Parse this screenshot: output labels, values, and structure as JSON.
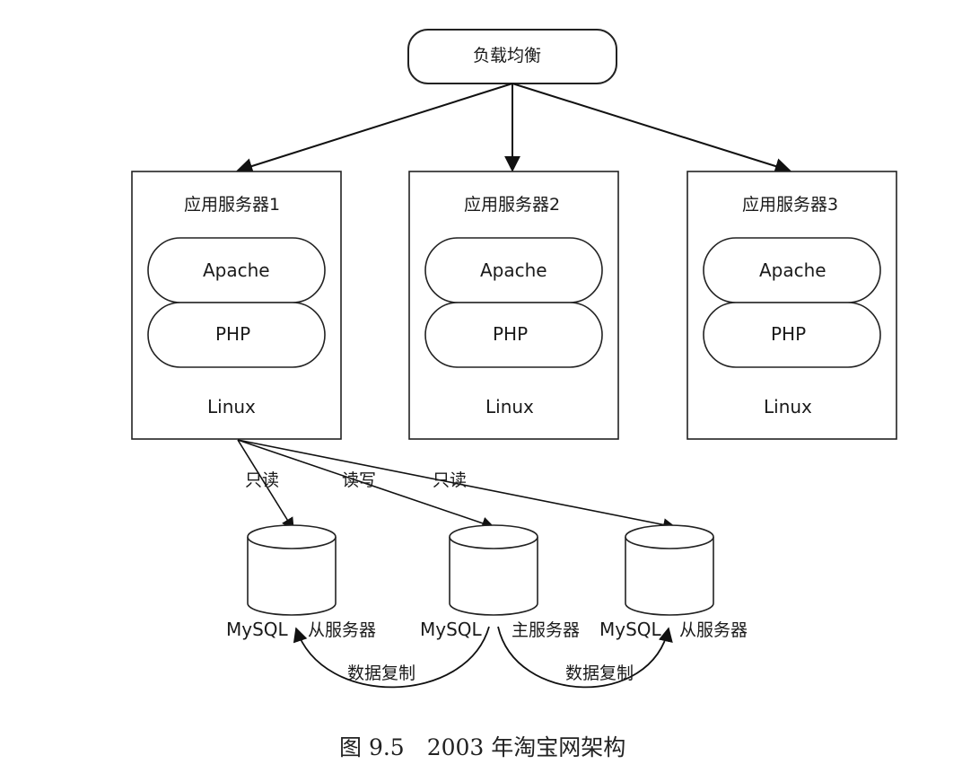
{
  "load_balancer": {
    "label": "负载均衡"
  },
  "servers": [
    {
      "title": "应用服务器1",
      "web": "Apache",
      "lang": "PHP",
      "os": "Linux"
    },
    {
      "title": "应用服务器2",
      "web": "Apache",
      "lang": "PHP",
      "os": "Linux"
    },
    {
      "title": "应用服务器3",
      "web": "Apache",
      "lang": "PHP",
      "os": "Linux"
    }
  ],
  "access_labels": [
    "只读",
    "读写",
    "只读"
  ],
  "databases": [
    {
      "engine": "MySQL",
      "role": "从服务器"
    },
    {
      "engine": "MySQL",
      "role": "主服务器"
    },
    {
      "engine": "MySQL",
      "role": "从服务器"
    }
  ],
  "replication_labels": [
    "数据复制",
    "数据复制"
  ],
  "caption": "图 9.5　2003 年淘宝网架构"
}
